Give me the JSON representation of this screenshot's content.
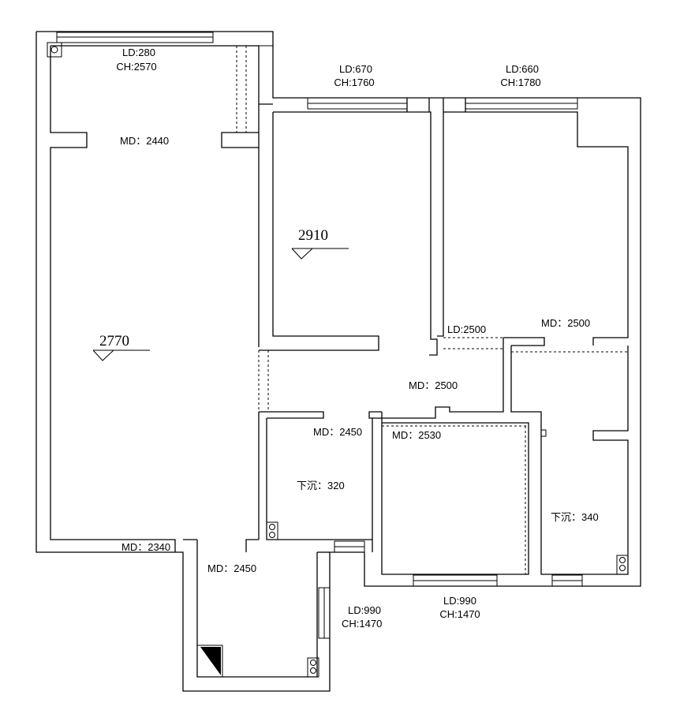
{
  "annotations": {
    "balcony_window_ld": "LD:280",
    "balcony_window_ch": "CH:2570",
    "bedroom2_window_ld": "LD:670",
    "bedroom2_window_ch": "CH:1760",
    "bedroom1_window_ld": "LD:660",
    "bedroom1_window_ch": "CH:1780",
    "md_living_top": "MD：2440",
    "ceiling_bedroom2": "2910",
    "ceiling_living": "2770",
    "ld_corridor": "LD:2500",
    "md_bedroom1": "MD：2500",
    "md_corridor": "MD：2500",
    "md_bath_left": "MD：2450",
    "md_study": "MD：2530",
    "sunken_bath_left": "下沉：320",
    "sunken_bath_right": "下沉：340",
    "md_living_bottom": "MD：2340",
    "md_kitchen": "MD：2450",
    "kitchen_window_ld": "LD:990",
    "kitchen_window_ch": "CH:1470",
    "study_window_ld": "LD:990",
    "study_window_ch": "CH:1470"
  }
}
